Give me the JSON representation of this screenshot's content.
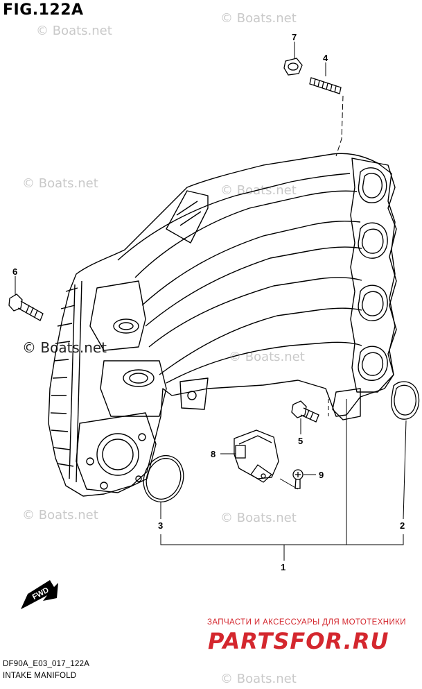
{
  "figure": {
    "title": "FIG.122A",
    "code": "DF90A_E03_017_122A",
    "name": "INTAKE MANIFOLD"
  },
  "callouts": [
    "1",
    "2",
    "3",
    "4",
    "5",
    "6",
    "7",
    "8",
    "9"
  ],
  "watermark": {
    "text": "© Boats.net",
    "color": "#c9c9c9"
  },
  "fwd_label": "FWD",
  "promo": {
    "tagline": "ЗАПЧАСТИ И АКСЕССУАРЫ ДЛЯ МОТОТЕХНИКИ",
    "logo": "PARTSFOR.RU",
    "color": "#d4272e"
  }
}
